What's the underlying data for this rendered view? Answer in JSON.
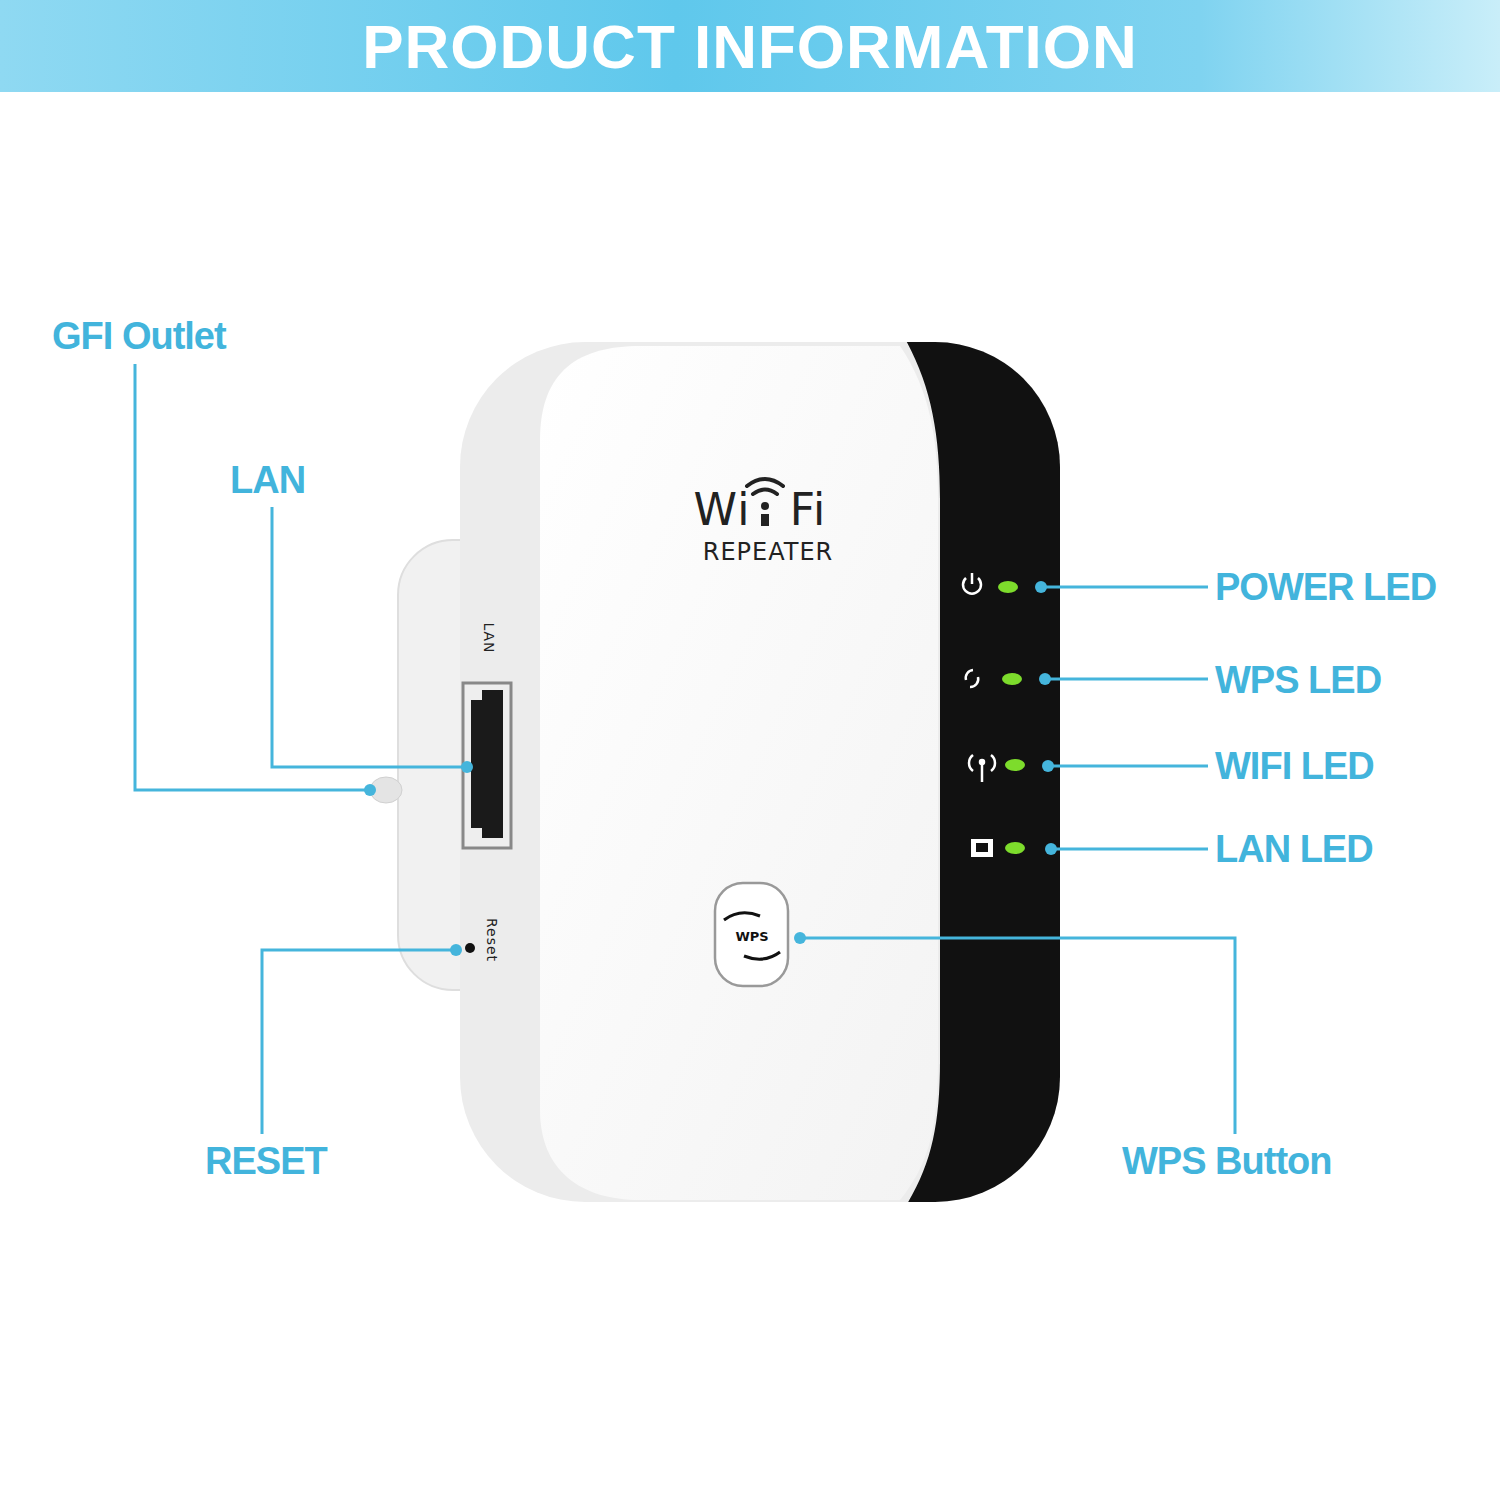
{
  "diagram": {
    "title": "PRODUCT INFORMATION",
    "labels": [
      "GFI Outlet",
      "LAN",
      "Wi",
      "Fi",
      "REPEATER",
      "LAN",
      "POWER LED",
      "WPS LED",
      "WIFI LED",
      "LAN LED",
      "Reset",
      "WPS",
      "RESET",
      "WPS Button"
    ]
  }
}
